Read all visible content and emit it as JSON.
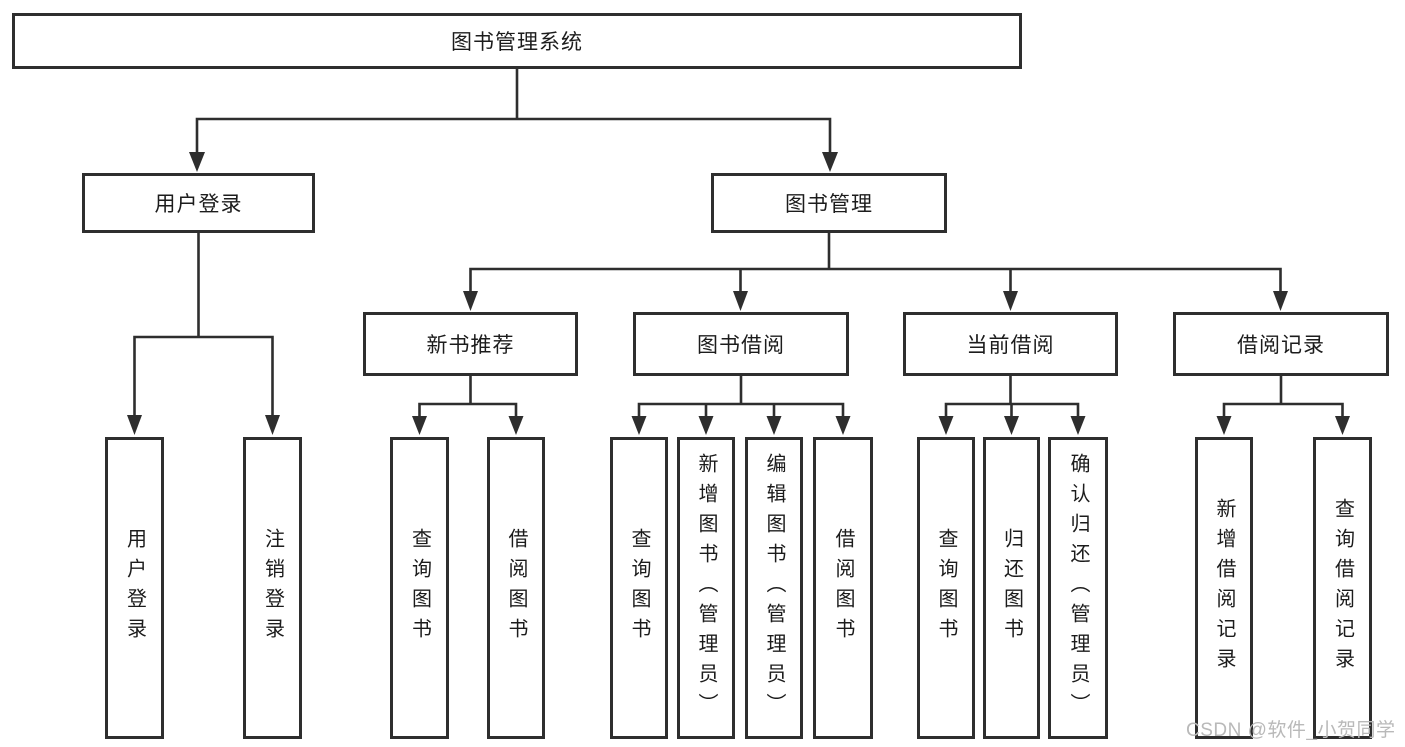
{
  "colors": {
    "line": "#2e2e2e",
    "border": "#2e2e2e",
    "text": "#1c1c1c",
    "background": "#ffffff",
    "watermark": "#b9b9b9"
  },
  "nodes": {
    "root": "图书管理系统",
    "user_login": "用户登录",
    "book_management": "图书管理",
    "new_book_recommend": "新书推荐",
    "book_borrowing": "图书借阅",
    "current_borrowing": "当前借阅",
    "borrowing_records": "借阅记录"
  },
  "leaves": {
    "user_login": "用户登录",
    "logout": "注销登录",
    "nbr_query_books": "查询图书",
    "nbr_borrow_books": "借阅图书",
    "bb_query_books": "查询图书",
    "bb_add_books_admin": "新增图书（管理员）",
    "bb_edit_books_admin": "编辑图书（管理员）",
    "bb_borrow_books": "借阅图书",
    "cb_query_books": "查询图书",
    "cb_return_books": "归还图书",
    "cb_confirm_return_admin": "确认归还（管理员）",
    "br_add_record": "新增借阅记录",
    "br_query_record": "查询借阅记录"
  },
  "watermark": {
    "text": "CSDN @软件_小贺同学"
  }
}
